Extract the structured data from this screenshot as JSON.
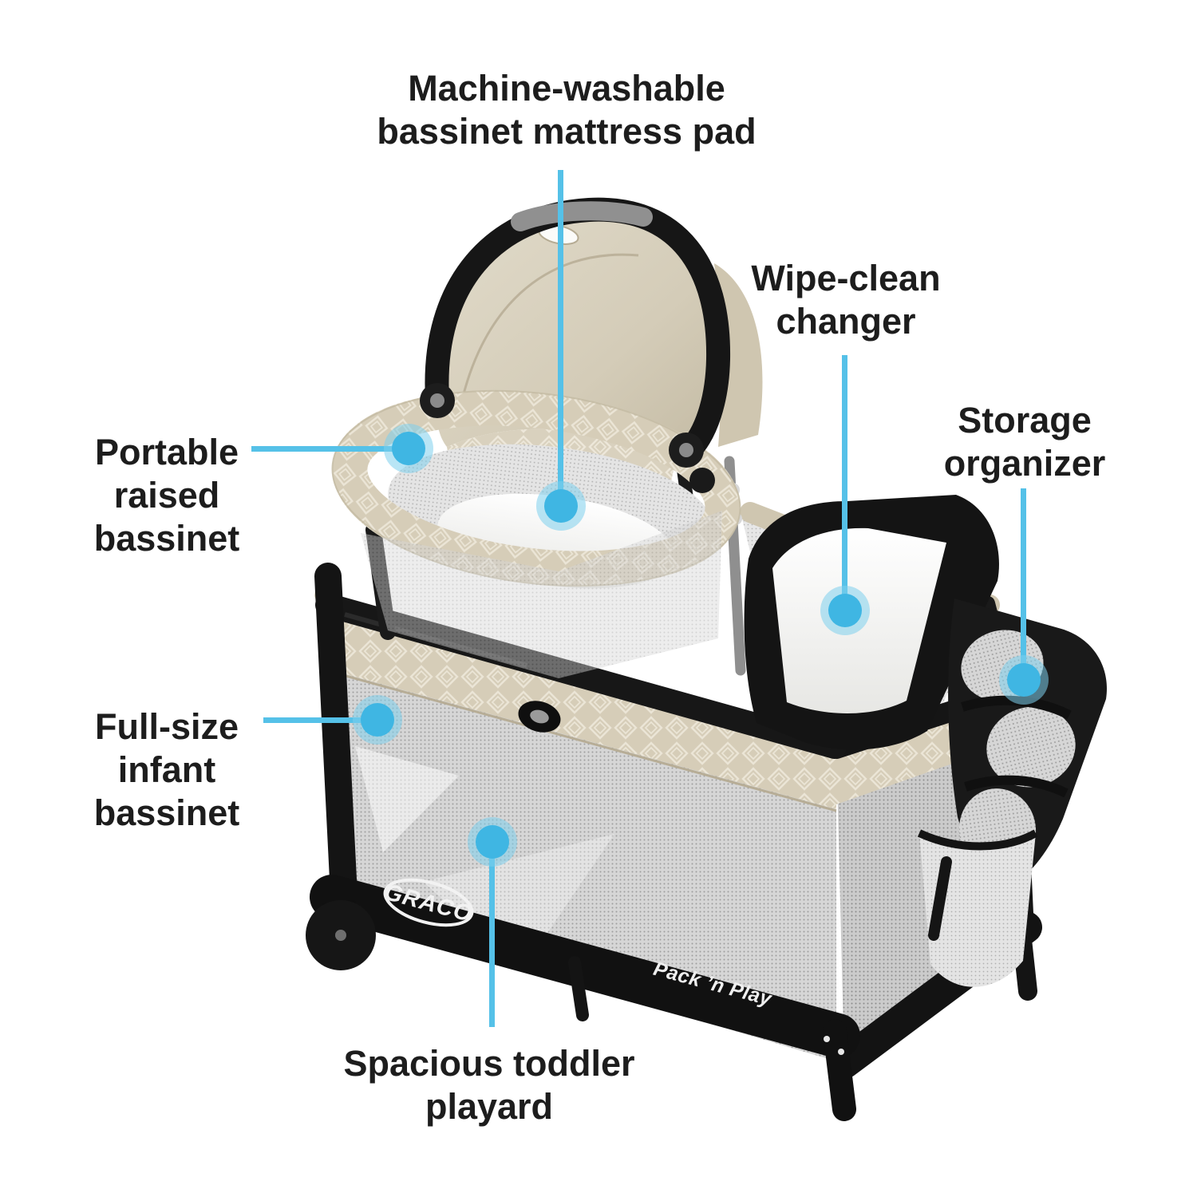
{
  "page": {
    "background": "#ffffff"
  },
  "annotation_style": {
    "accent_color": "#55c1e8",
    "dot_core_color": "#3fb6e3",
    "dot_halo_color": "rgba(125,207,237,0.55)",
    "label_text_color": "#1d1d1d"
  },
  "product": {
    "brand_logo": "GRACO",
    "model_logo": "Pack ’n Play",
    "colors": {
      "frame_black": "#151515",
      "fabric_beige": "#d6cdb8",
      "mesh_gray": "#d4d4d4",
      "pad_white": "#fafafa"
    }
  },
  "callouts": [
    {
      "id": "mattress-pad",
      "label": "Machine-washable\nbassinet mattress pad"
    },
    {
      "id": "changer",
      "label": "Wipe-clean\nchanger"
    },
    {
      "id": "storage",
      "label": "Storage\norganizer"
    },
    {
      "id": "raised-bassinet",
      "label": "Portable\nraised\nbassinet"
    },
    {
      "id": "infant-bassinet",
      "label": "Full-size\ninfant\nbassinet"
    },
    {
      "id": "playard",
      "label": "Spacious toddler\nplayard"
    }
  ]
}
